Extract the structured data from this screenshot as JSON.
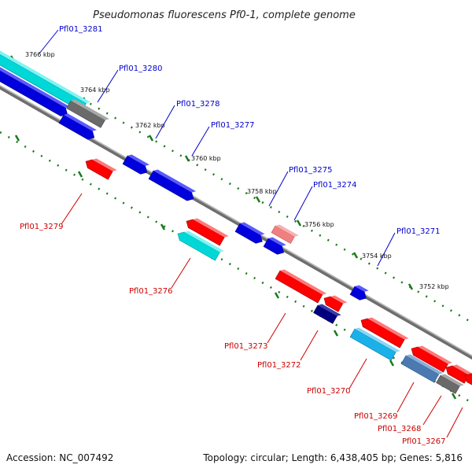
{
  "title": "Pseudomonas fluorescens Pf0-1, complete genome",
  "footer": {
    "accession": "Accession: NC_007492",
    "summary": "Topology: circular; Length: 6,438,405 bp; Genes: 5,816"
  },
  "colors": {
    "backbone": "#808080",
    "forward_tick": "#1a7a1a",
    "forward_label": "#0000cc",
    "reverse_label": "#cc0000"
  },
  "ticks": [
    {
      "label": "3766 kbp"
    },
    {
      "label": "3764 kbp"
    },
    {
      "label": "3762 kbp"
    },
    {
      "label": "3760 kbp"
    },
    {
      "label": "3758 kbp"
    },
    {
      "label": "3756 kbp"
    },
    {
      "label": "3754 kbp"
    },
    {
      "label": "3752 kbp"
    }
  ],
  "forward_labels": [
    {
      "name": "Pfl01_3281"
    },
    {
      "name": "Pfl01_3280"
    },
    {
      "name": "Pfl01_3278"
    },
    {
      "name": "Pfl01_3277"
    },
    {
      "name": "Pfl01_3275"
    },
    {
      "name": "Pfl01_3274"
    },
    {
      "name": "Pfl01_3271"
    }
  ],
  "reverse_labels": [
    {
      "name": "Pfl01_3279"
    },
    {
      "name": "Pfl01_3276"
    },
    {
      "name": "Pfl01_3273"
    },
    {
      "name": "Pfl01_3272"
    },
    {
      "name": "Pfl01_3270"
    },
    {
      "name": "Pfl01_3269"
    },
    {
      "name": "Pfl01_3268"
    },
    {
      "name": "Pfl01_3267"
    }
  ]
}
